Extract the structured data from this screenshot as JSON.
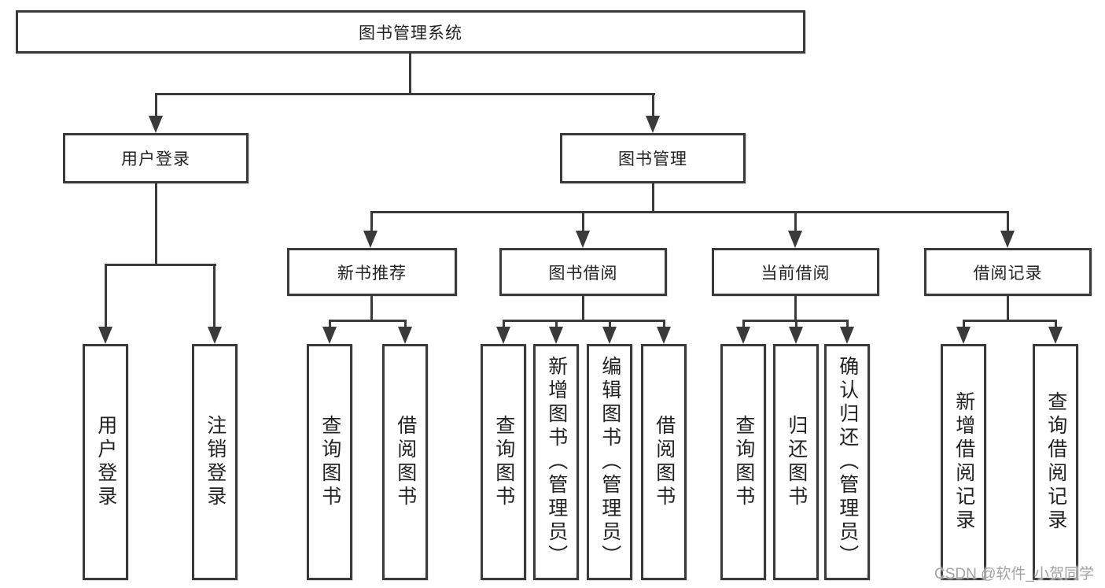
{
  "diagram": {
    "type": "hierarchy-tree",
    "tree": {
      "root": {
        "label": "图书管理系统"
      },
      "branches": [
        {
          "label": "用户登录",
          "children": [
            {
              "label": "用户登录"
            },
            {
              "label": "注销登录"
            }
          ]
        },
        {
          "label": "图书管理",
          "children": [
            {
              "label": "新书推荐",
              "children": [
                {
                  "label": "查询图书"
                },
                {
                  "label": "借阅图书"
                }
              ]
            },
            {
              "label": "图书借阅",
              "children": [
                {
                  "label": "查询图书"
                },
                {
                  "label": "新增图书（管理员）"
                },
                {
                  "label": "编辑图书（管理员）"
                },
                {
                  "label": "借阅图书"
                }
              ]
            },
            {
              "label": "当前借阅",
              "children": [
                {
                  "label": "查询图书"
                },
                {
                  "label": "归还图书"
                },
                {
                  "label": "确认归还（管理员）"
                }
              ]
            },
            {
              "label": "借阅记录",
              "children": [
                {
                  "label": "新增借阅记录"
                },
                {
                  "label": "查询借阅记录"
                }
              ]
            }
          ]
        }
      ]
    },
    "colors": {
      "line": "#3a3a3a",
      "box_border": "#3a3a3a",
      "box_fill": "#ffffff",
      "text": "#222222",
      "watermark": "#a3a3a3",
      "background": "#ffffff"
    }
  },
  "watermark": {
    "text": "CSDN @软件_小贺同学"
  }
}
